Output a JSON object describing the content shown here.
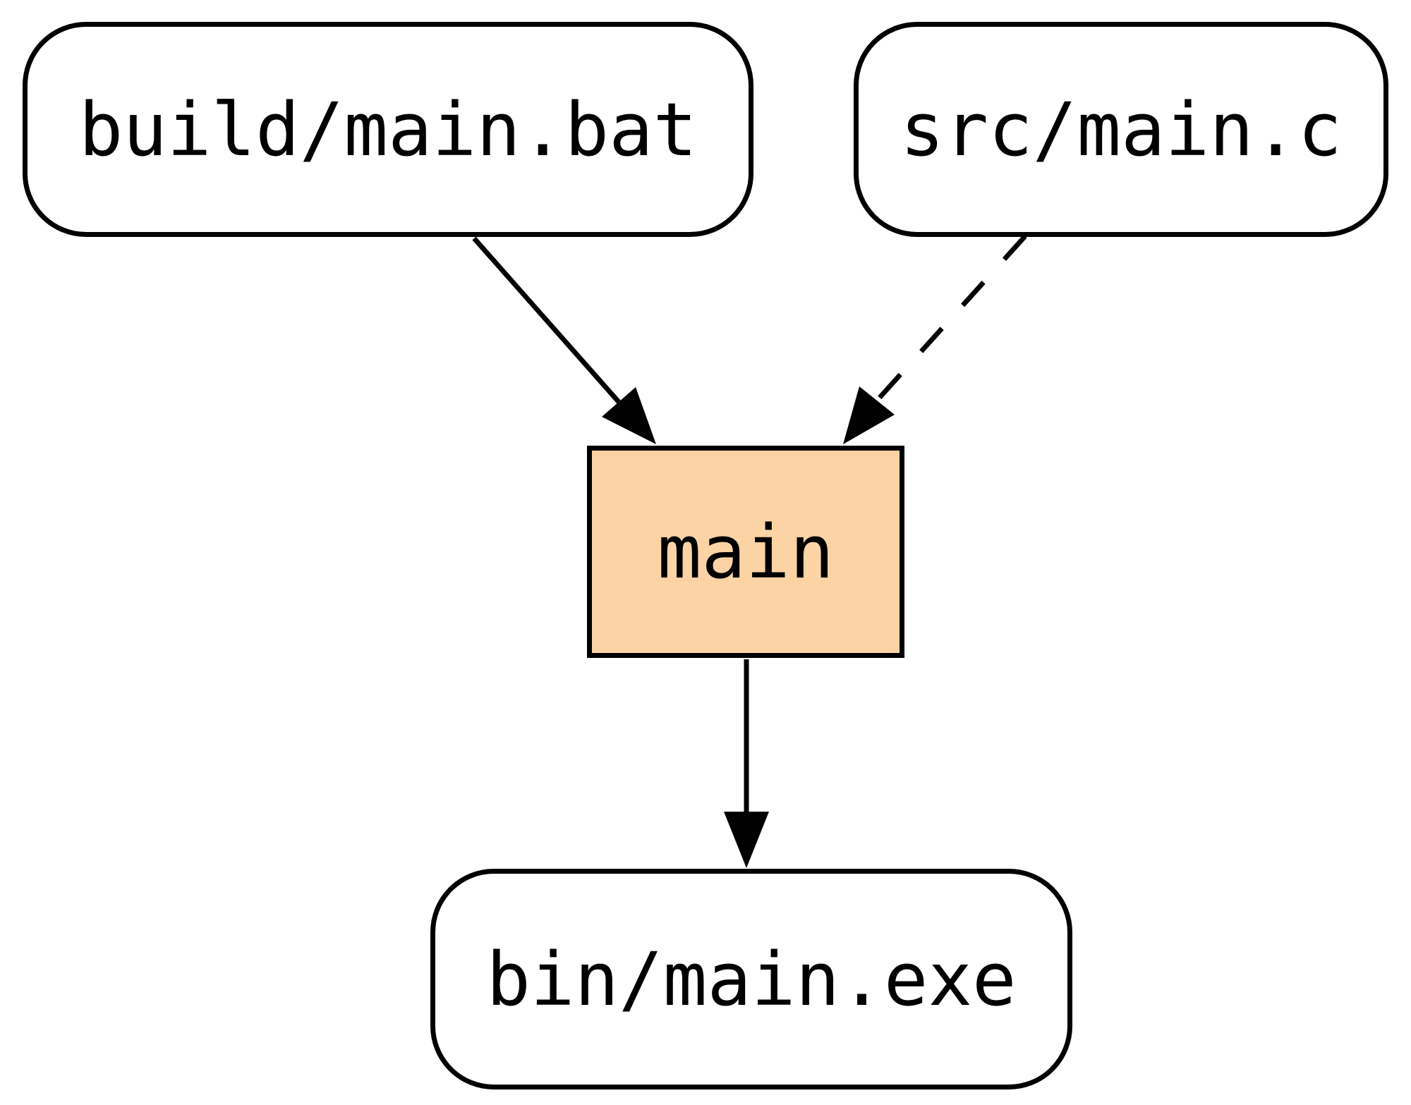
{
  "diagram": {
    "kind": "task-dependency-graph",
    "background": "#ffffff",
    "colors": {
      "file_node_fill": "#ffffff",
      "task_node_fill": "#fcd3a5",
      "stroke": "#000000",
      "text": "#000000"
    },
    "nodes": [
      {
        "id": "build-main-bat",
        "label": "build/main.bat",
        "shape": "rounded-rect",
        "role": "file"
      },
      {
        "id": "src-main-c",
        "label": "src/main.c",
        "shape": "rounded-rect",
        "role": "file"
      },
      {
        "id": "main-task",
        "label": "main",
        "shape": "rect",
        "role": "task",
        "fill": "#fcd3a5"
      },
      {
        "id": "bin-main-exe",
        "label": "bin/main.exe",
        "shape": "rounded-rect",
        "role": "file"
      }
    ],
    "edges": [
      {
        "from": "build/main.bat",
        "to": "main",
        "style": "solid",
        "arrow": "filled-triangle"
      },
      {
        "from": "src/main.c",
        "to": "main",
        "style": "dashed",
        "arrow": "filled-triangle"
      },
      {
        "from": "main",
        "to": "bin/main.exe",
        "style": "solid",
        "arrow": "filled-triangle"
      }
    ]
  }
}
